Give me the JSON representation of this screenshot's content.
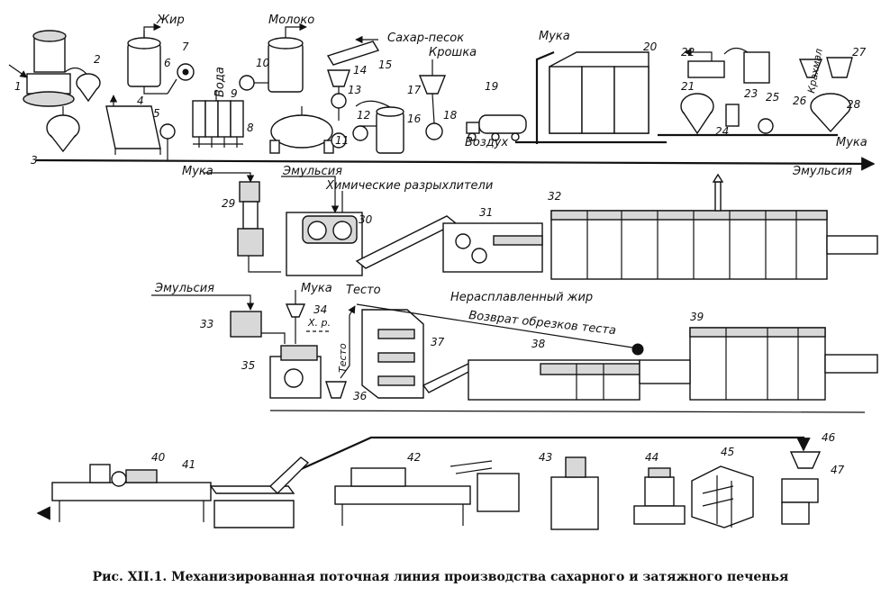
{
  "flow_labels": {
    "fat": "Жир",
    "milk": "Молоко",
    "water": "Вода",
    "sugar": "Сахар-песок",
    "crumb": "Крошка",
    "flour_top": "Мука",
    "air": "Воздух",
    "starch": "Крахмал",
    "flour_right": "Мука",
    "emulsion_right": "Эмульсия",
    "flour_row2": "Мука",
    "emulsion_row2": "Эмульсия",
    "chemical_leaveners": "Химические разрыхлители",
    "emulsion_row3": "Эмульсия",
    "flour_row3": "Мука",
    "kh_r": "Х. р.",
    "dough_top": "Тесто",
    "dough_vertical": "Тесто",
    "unmelted_fat": "Нерасплавленный жир",
    "dough_scrap_return": "Возврат обрезков теста"
  },
  "equipment_numbers": [
    "1",
    "2",
    "3",
    "4",
    "5",
    "6",
    "7",
    "8",
    "9",
    "10",
    "11",
    "12",
    "13",
    "14",
    "15",
    "16",
    "17",
    "18",
    "19",
    "20",
    "21",
    "22",
    "23",
    "24",
    "25",
    "26",
    "27",
    "28",
    "29",
    "30",
    "31",
    "32",
    "33",
    "34",
    "35",
    "36",
    "37",
    "38",
    "39",
    "40",
    "41",
    "42",
    "43",
    "44",
    "45",
    "46",
    "47"
  ],
  "caption": "Рис. XII.1. Механизированная поточная линия производства сахарного и затяжного печенья"
}
